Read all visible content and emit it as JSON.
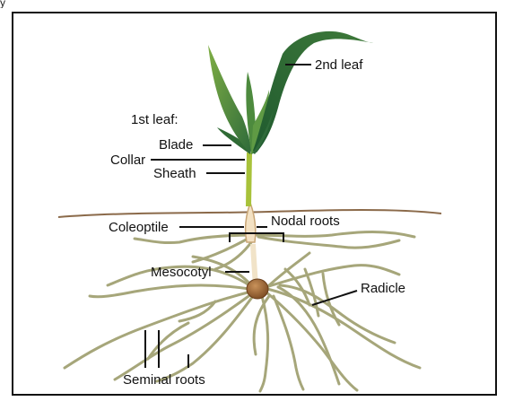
{
  "header_fragment": "y",
  "labels": {
    "second_leaf": "2nd leaf",
    "first_leaf": "1st leaf:",
    "blade": "Blade",
    "collar": "Collar",
    "sheath": "Sheath",
    "coleoptile": "Coleoptile",
    "nodal_roots": "Nodal roots",
    "mesocotyl": "Mesocotyl",
    "radicle": "Radicle",
    "seminal_roots": "Seminal roots"
  },
  "colors": {
    "leaf_dark": "#2f6b3a",
    "leaf_light": "#7fae45",
    "stem": "#a8c23a",
    "root": "#a6a67a",
    "soil": "#8b6a4a",
    "seed": "#9a6a3a"
  }
}
